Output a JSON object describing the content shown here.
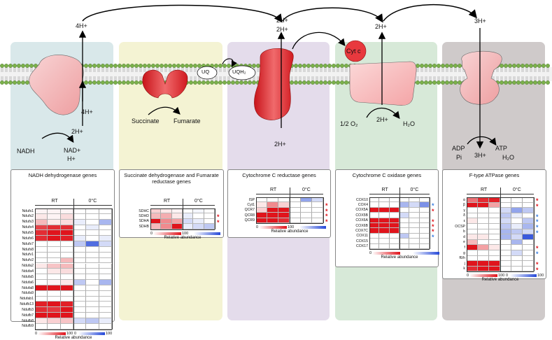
{
  "colors": {
    "complex1_bg": "#d9e8ea",
    "complex2_bg": "#f4f3d3",
    "complex3_bg": "#e4dceb",
    "complex4_bg": "#d7e9d8",
    "complex5_bg": "#cfcaca",
    "membrane_head": "#7bb14a",
    "protein_light": "#f4b7b9",
    "protein_dark": "#e8252a",
    "high": "#e0141c",
    "low": "#2548d8"
  },
  "top_labels": {
    "c1": "4H+",
    "c3_a": "2H+",
    "c3_b": "2H+",
    "c4": "2H+",
    "c5": "3H+"
  },
  "diagram": {
    "c1": {
      "h_in_small": "4H+",
      "h_in": "2H+",
      "substrate": "NADH",
      "product": "NAD+",
      "product2": "H+"
    },
    "c2": {
      "substrate": "Succinate",
      "product": "Fumarate"
    },
    "uq": {
      "uq": "UQ",
      "uqh2": "UQH₂"
    },
    "c3": {
      "h_in": "2H+"
    },
    "c4": {
      "cytc": "Cyt c",
      "o2": "1/2 O₂",
      "h_in": "2H+",
      "water": "H₂O"
    },
    "c5": {
      "adp": "ADP",
      "pi": "Pi",
      "h_in": "3H+",
      "atp": "ATP",
      "water": "H₂O"
    }
  },
  "heatmaps": [
    {
      "title": "NADH dehydrogenase genes",
      "col_rt": "RT",
      "col_cold": "0°C",
      "genes": [
        "Ndufs1",
        "Ndufs2",
        "Ndufs3",
        "Ndufs4",
        "Ndufs5",
        "Ndufs6",
        "Ndufs7",
        "Ndufs8",
        "Ndufv1",
        "Ndufv2",
        "Ndufa2",
        "Ndufa4",
        "Ndufa5",
        "Ndufa6",
        "Ndufa8",
        "Ndufa9",
        "Ndufab1",
        "Ndufb13",
        "Ndufb3",
        "Ndufb7",
        "Ndufb8",
        "Ndufb9"
      ],
      "values": [
        [
          0.05,
          0.05,
          0.05,
          0,
          0,
          0
        ],
        [
          0.1,
          0.05,
          0.15,
          0,
          0,
          0
        ],
        [
          0.3,
          0.1,
          0.15,
          -0.1,
          0,
          -0.4
        ],
        [
          0.8,
          0.9,
          0.9,
          0,
          -0.1,
          0
        ],
        [
          0.9,
          1,
          1,
          0,
          0,
          0
        ],
        [
          0.9,
          1,
          0.95,
          -0.1,
          0,
          -0.1
        ],
        [
          0,
          0,
          0,
          -0.3,
          -0.8,
          -0.2
        ],
        [
          0,
          0,
          0,
          0,
          0,
          0
        ],
        [
          0,
          0,
          0,
          0,
          0,
          0
        ],
        [
          0,
          0,
          0.3,
          0,
          0,
          0
        ],
        [
          0.1,
          0.25,
          0.3,
          0,
          0,
          0
        ],
        [
          0,
          0.1,
          0.15,
          0,
          0,
          0
        ],
        [
          0,
          0,
          0,
          0,
          0,
          0
        ],
        [
          0,
          0.05,
          0.1,
          -0.3,
          0,
          -0.4
        ],
        [
          1,
          1,
          1,
          0,
          0,
          0
        ],
        [
          0,
          0,
          0,
          0,
          0,
          0
        ],
        [
          0,
          0,
          0,
          0,
          0,
          0
        ],
        [
          0.95,
          1,
          0.95,
          0,
          0,
          0
        ],
        [
          0.9,
          0.85,
          1,
          0,
          0,
          0
        ],
        [
          1,
          1,
          1,
          0,
          0,
          0
        ],
        [
          0.1,
          0.2,
          0.25,
          -0.2,
          -0.3,
          -0.1
        ],
        [
          0,
          0,
          0,
          0,
          0,
          0
        ]
      ],
      "stars": [],
      "legend": {
        "min": "0",
        "max": "100",
        "min2": "0",
        "max2": "100",
        "caption": "Relative abundance"
      }
    },
    {
      "title": "Succinate dehydrogenase and Fumarate reductase genes",
      "col_rt": "RT",
      "col_cold": "0°C",
      "genes": [
        "SDHC",
        "SDHD",
        "SDHA",
        "SDHB"
      ],
      "values": [
        [
          0.2,
          0.1,
          0.05,
          0,
          -0.05,
          0
        ],
        [
          0.3,
          0.35,
          0.1,
          -0.1,
          0,
          0
        ],
        [
          1,
          0.5,
          0.4,
          -0.2,
          -0.1,
          0
        ],
        [
          0.3,
          0.5,
          1,
          -0.1,
          -0.2,
          -0.3
        ]
      ],
      "stars": [
        {
          "row": 1,
          "color": "red"
        },
        {
          "row": 2,
          "color": "red"
        }
      ],
      "legend": {
        "min": "0",
        "max": "100",
        "min2": "",
        "max2": "",
        "caption": "Relative abundance"
      }
    },
    {
      "title": "Cytochrome C reductase genes",
      "col_rt": "RT",
      "col_cold": "0°C",
      "genes": [
        "ISP",
        "Cyt1",
        "QCR7",
        "QCR8",
        "QCR9"
      ],
      "values": [
        [
          0,
          0,
          0,
          0,
          -0.5,
          -0.2
        ],
        [
          0.1,
          0.5,
          0.2,
          0,
          0,
          0
        ],
        [
          0.2,
          1,
          1,
          0,
          0,
          0
        ],
        [
          1,
          1,
          1,
          0,
          0,
          0
        ],
        [
          1,
          1,
          0.9,
          0,
          0,
          0
        ]
      ],
      "stars": [
        {
          "row": 1,
          "color": "red"
        },
        {
          "row": 2,
          "color": "red"
        },
        {
          "row": 3,
          "color": "red"
        },
        {
          "row": 4,
          "color": "red"
        }
      ],
      "legend": {
        "min": "0",
        "max": "100",
        "min2": "",
        "max2": "",
        "caption": "Relative abundance"
      }
    },
    {
      "title": "Cytochrome C oxidase genes",
      "col_rt": "RT",
      "col_cold": "0°C",
      "genes": [
        "COX10",
        "COX4",
        "COX5A",
        "COX5B",
        "COX6A",
        "COX6B",
        "COX7C",
        "COX11",
        "COX15",
        "COX17"
      ],
      "values": [
        [
          0,
          0,
          0,
          0,
          0,
          0
        ],
        [
          0,
          0,
          0,
          -0.4,
          -0.2,
          -0.6
        ],
        [
          1,
          1,
          1,
          0,
          0,
          0
        ],
        [
          0,
          0,
          0,
          -0.2,
          0,
          0
        ],
        [
          1,
          1,
          1,
          0,
          0,
          0
        ],
        [
          1,
          1,
          1,
          0,
          0,
          0
        ],
        [
          1,
          1,
          1,
          0,
          0,
          0
        ],
        [
          0,
          0,
          0,
          -0.3,
          0,
          0
        ],
        [
          0,
          0,
          0,
          0,
          0,
          0
        ],
        [
          0,
          0,
          0,
          0,
          0,
          0
        ]
      ],
      "stars": [
        {
          "row": 1,
          "color": "blue"
        },
        {
          "row": 2,
          "color": "red"
        },
        {
          "row": 4,
          "color": "red"
        },
        {
          "row": 5,
          "color": "red"
        },
        {
          "row": 6,
          "color": "red"
        },
        {
          "row": 7,
          "color": "blue"
        }
      ],
      "legend": {
        "min": "0",
        "max": "",
        "min2": "",
        "max2": "",
        "caption": "Relative abundance"
      }
    },
    {
      "title": "F-type ATPase genes",
      "col_rt": "RT",
      "col_cold": "0°C",
      "genes": [
        "α",
        "β",
        "γ",
        "δ",
        "ε",
        "OCSP",
        "b",
        "d",
        "e",
        "f",
        "g",
        "f6/h",
        "j",
        "k"
      ],
      "values": [
        [
          0.6,
          0.9,
          0.95,
          0,
          0,
          0
        ],
        [
          1,
          1,
          0.4,
          0,
          0,
          0
        ],
        [
          0,
          0,
          0,
          -0.2,
          -0.5,
          -0.3
        ],
        [
          0,
          0,
          0,
          -0.3,
          -0.1,
          0
        ],
        [
          0.1,
          0,
          0,
          -0.2,
          0,
          -0.3
        ],
        [
          0,
          0,
          0,
          -0.3,
          -0.1,
          -0.4
        ],
        [
          0,
          0,
          0,
          -0.4,
          -0.3,
          -0.2
        ],
        [
          0.1,
          0.1,
          0,
          -0.4,
          -0.2,
          -0.9
        ],
        [
          0.3,
          0,
          0,
          0,
          -0.4,
          0
        ],
        [
          1,
          0.4,
          0.1,
          0,
          0,
          0
        ],
        [
          0,
          0,
          0,
          0,
          -0.2,
          0
        ],
        [
          0,
          0,
          0,
          0,
          0,
          0
        ],
        [
          1,
          1,
          1,
          0,
          0,
          0
        ],
        [
          0.9,
          1,
          1,
          0,
          0,
          0
        ]
      ],
      "stars": [
        {
          "row": 0,
          "color": "red"
        },
        {
          "row": 1,
          "color": "red"
        },
        {
          "row": 3,
          "color": "blue"
        },
        {
          "row": 4,
          "color": "blue"
        },
        {
          "row": 5,
          "color": "blue"
        },
        {
          "row": 6,
          "color": "blue"
        },
        {
          "row": 9,
          "color": "red"
        },
        {
          "row": 10,
          "color": "blue"
        },
        {
          "row": 12,
          "color": "red"
        },
        {
          "row": 13,
          "color": "red"
        }
      ],
      "legend": {
        "min": "0",
        "max": "100",
        "min2": "0",
        "max2": "100",
        "caption": "Relative abundance"
      }
    }
  ]
}
